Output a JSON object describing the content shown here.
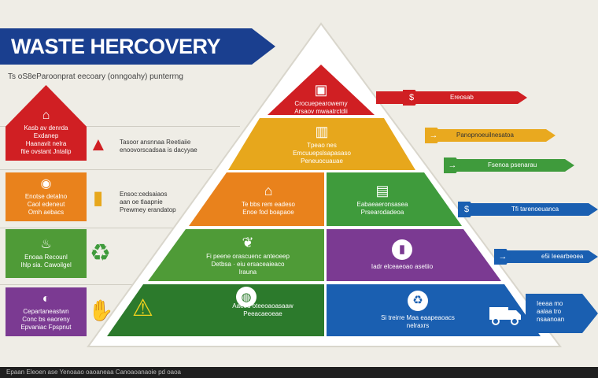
{
  "title": "WASTE HERCOVERY",
  "subtitle": "Ts oS8eParoonprat eecoary (onngoahy) punterrng",
  "left_column": [
    {
      "icon": "recycle-bin-icon",
      "glyph": "⌂",
      "text": "Kasb av denrda\nExdanep\nHaanavit nelra\nftie ovstant Jntalip"
    },
    {
      "icon": "coin-icon",
      "glyph": "◉",
      "text": "Enotse detalno\nCaol edeneut\nOmh aebacs"
    },
    {
      "icon": "bottle-icon",
      "glyph": "♨",
      "text": "Enoaa Recounl\nIhlp sia. Cawoilgel"
    },
    {
      "icon": "hazard-icon",
      "glyph": "◐",
      "text": "Cepartaneastwn\nConc bs eaoreny\nEpvaniac Fpspnut"
    }
  ],
  "mid_column": [
    {
      "icon": "up-arrow-icon",
      "glyph": "▲",
      "text": "Tasoor ansnnaa Reetiaiie\nenoovorscadsaa is dacyyae"
    },
    {
      "icon": "cup-icon",
      "glyph": "▮",
      "text": "Ensoc:cedsaiaos\naan oe tlaapnie\nPrewmey erandatop"
    },
    {
      "icon": "recycle-icon",
      "glyph": "♻",
      "text": ""
    },
    {
      "icon": "glove-icon",
      "glyph": "✋",
      "text": ""
    }
  ],
  "tiers": {
    "top": {
      "icon": "trash-icon",
      "glyph": "▣",
      "text": "Crocuepearowemy\nArsaov mwaatrctdii"
    },
    "second": {
      "icon": "factory-icon",
      "glyph": "▥",
      "text": "Tpeao nes\nEmcuuepslsapasaso\nPeneuocuauae"
    },
    "third_left": {
      "icon": "house-recycle-icon",
      "glyph": "⌂",
      "text": "Te bbs rem eadeso\nEnoe fod boapaoe"
    },
    "third_right": {
      "icon": "bag-icon",
      "glyph": "▤",
      "text": "Eabaeaeronsasea\nPrsearodadeoa"
    },
    "fourth_left": {
      "icon": "sprout-icon",
      "glyph": "❦",
      "text": "Fi peene orascuenc anteoeep\nDetbsa · eiu ersaceaieaco\nlrauna"
    },
    "fourth_right": {
      "icon": "bottle-circle-icon",
      "glyph": "▮",
      "text": "Iadr elceaeoao asetiio"
    },
    "base_left": {
      "icon": "hazard-triangle-icon",
      "glyph": "⚠",
      "text": "Aaeou oteeoaoasaaw\nPeeacaeoeae"
    },
    "base_center": {
      "icon": "globe-icon",
      "glyph": "◍",
      "text": ""
    },
    "base_right": {
      "icon": "recycle-circle-icon",
      "glyph": "♻",
      "text": "Si treirre Maa eaapeaoacs\nnelraxrs"
    }
  },
  "right_arrows": [
    {
      "color": "#d01f23",
      "badge": "$",
      "label": "Ereosab"
    },
    {
      "color": "#e9a91f",
      "badge": "→",
      "label": "Panopnoeuilnesatoa"
    },
    {
      "color": "#3f9b3c",
      "badge": "→",
      "label": "Fsenoa psenarau"
    },
    {
      "color": "#1a5fb1",
      "badge": "$",
      "label": "Tfi tarenoeuanca"
    },
    {
      "color": "#1a5fb1",
      "badge": "→",
      "label": "e5i Ieearbeoea"
    }
  ],
  "big_arrow_text": "Ieeaa mo\naalaa tro\nnsaanoan",
  "truck_icon": "truck-icon",
  "footer": "Epaan Eleoen ase   Yenoaao oaoaneaa   Canoaoanaoie pd oaoa",
  "colors": {
    "red": "#d01f23",
    "yellow": "#e7a71c",
    "orange": "#e9821c",
    "green": "#3f9b3c",
    "lightgreen": "#4f9b37",
    "purple": "#7b3a92",
    "blue": "#1a5fb1",
    "navy": "#1a3f8f",
    "darkgreen": "#2c7a2c"
  }
}
